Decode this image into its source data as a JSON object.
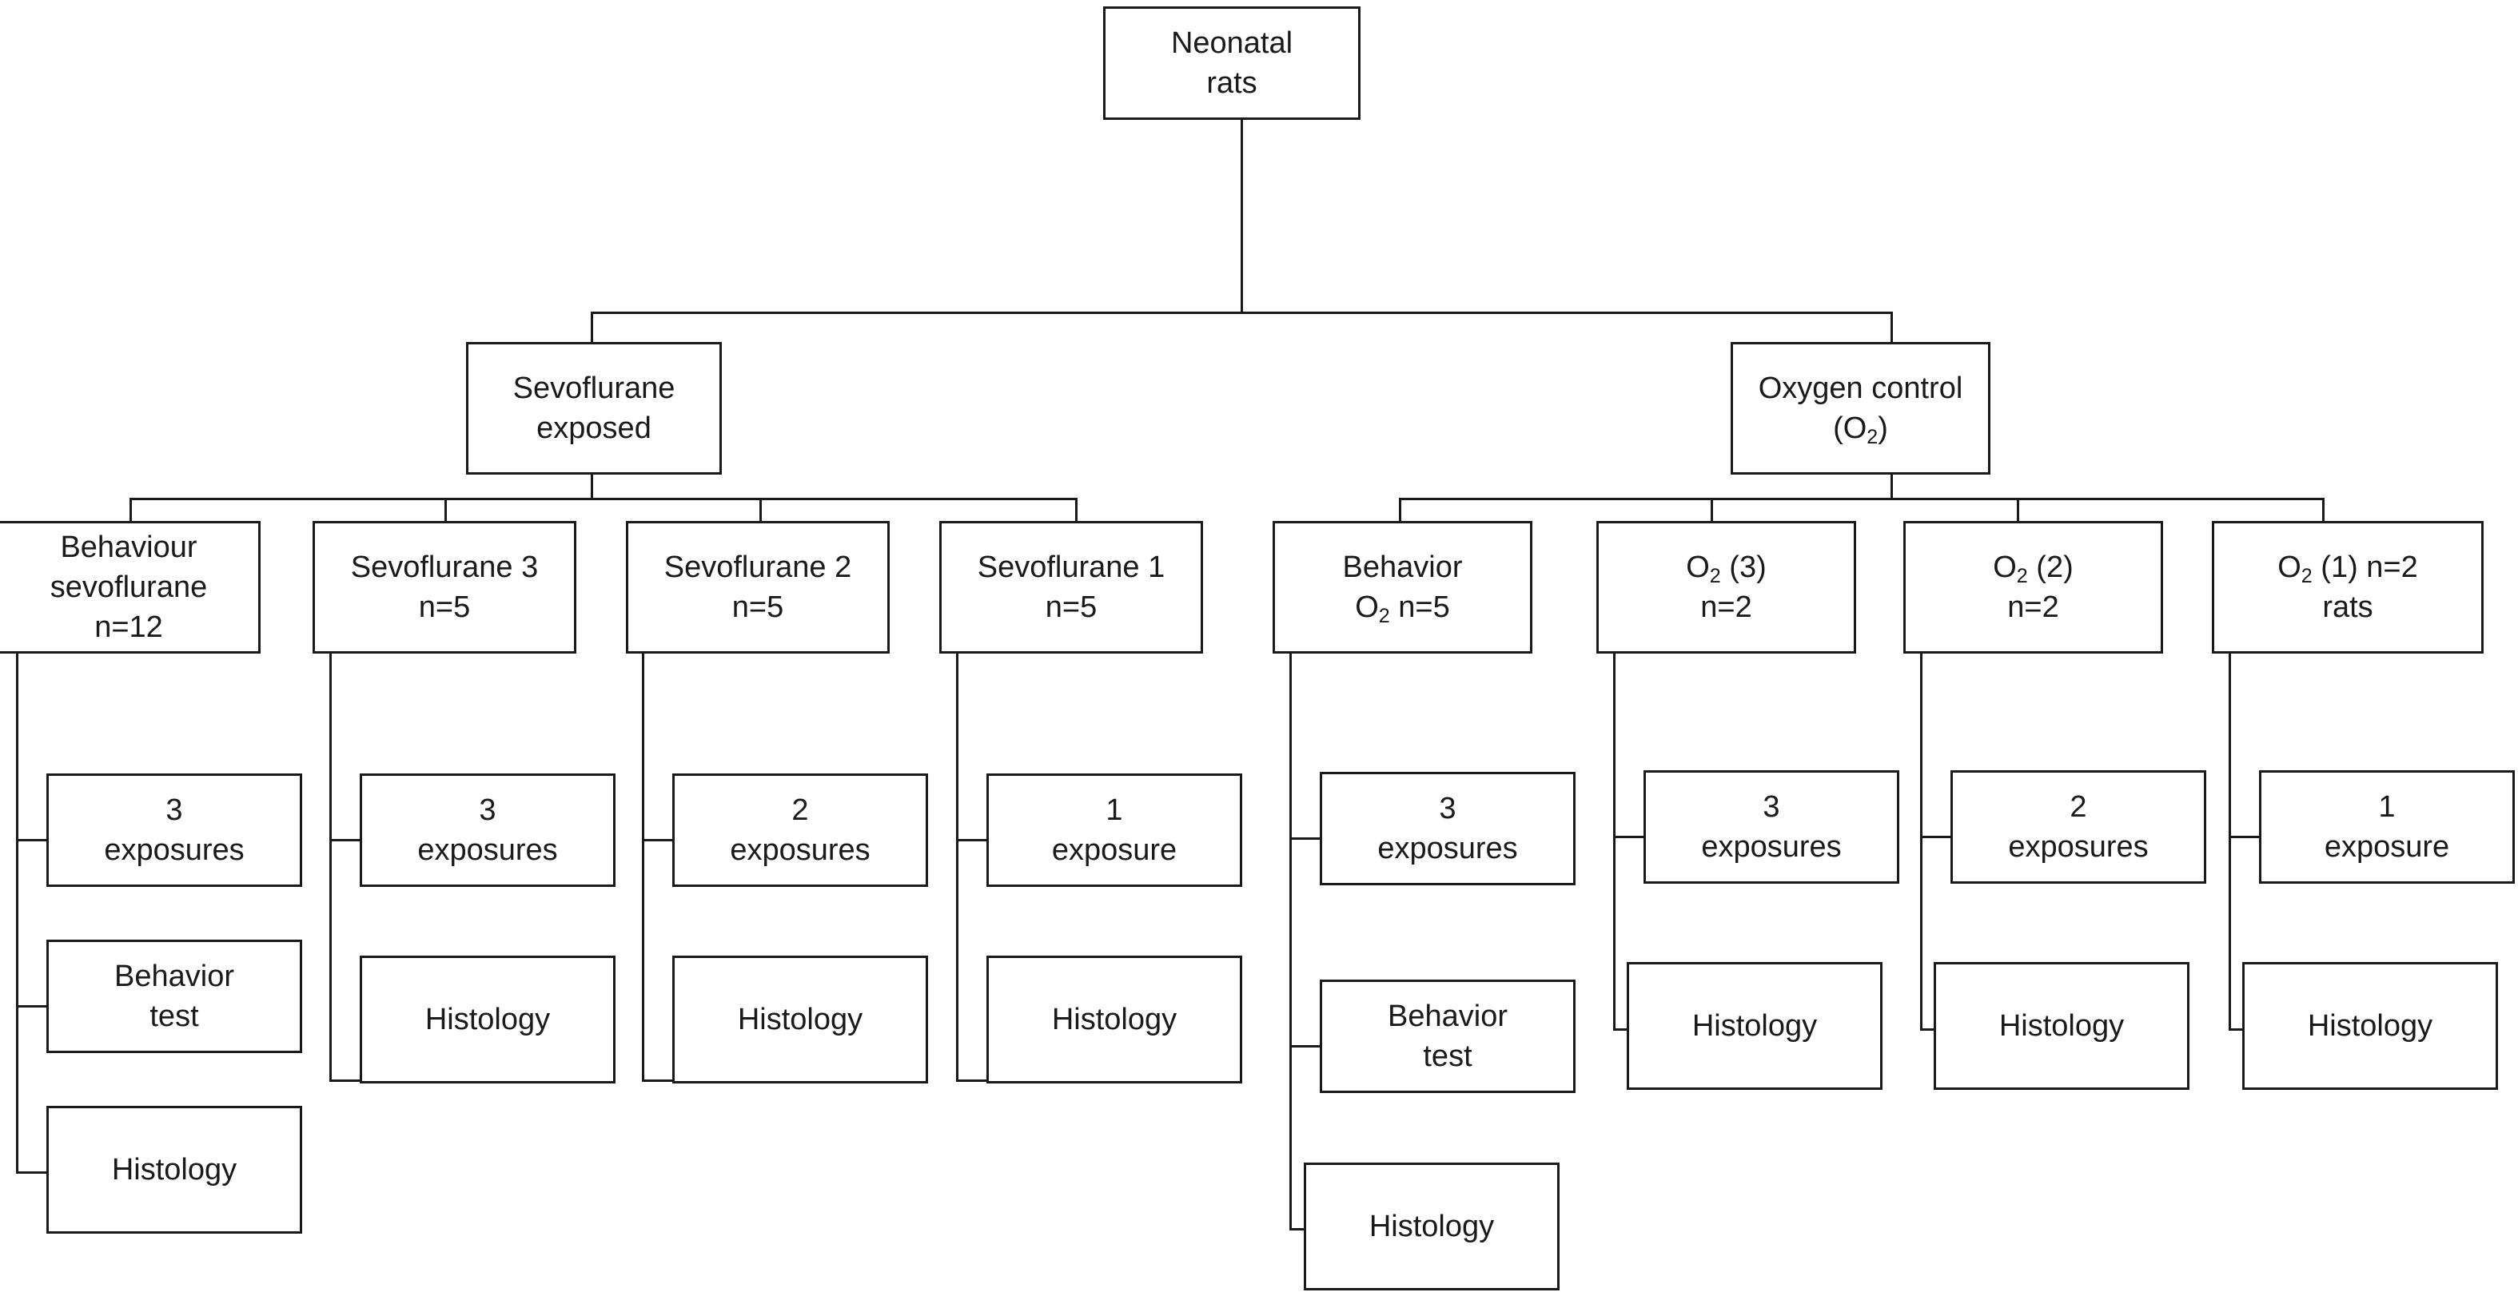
{
  "diagram": {
    "title": "Neonatal rat sevoflurane exposure study flow diagram",
    "type": "tree-flowchart",
    "line_color": "#1a1a1a",
    "box_fill": "#ffffff",
    "root": {
      "line1": "Neonatal",
      "line2": "rats"
    },
    "level2": [
      {
        "id": "sevo-exposed",
        "line1": "Sevoflurane",
        "line2": "exposed"
      },
      {
        "id": "oxygen-control",
        "line1": "Oxygen control",
        "line2_pre": "(O",
        "line2_sub": "2",
        "line2_post": ")"
      }
    ],
    "groups": [
      {
        "id": "behaviour-sevoflurane",
        "line1": "Behaviour",
        "line2": "sevoflurane",
        "line3": "n=12",
        "children": [
          {
            "id": "bsv-3-exposures",
            "line1": "3",
            "line2": "exposures"
          },
          {
            "id": "bsv-behavior-test",
            "line1": "Behavior",
            "line2": "test"
          },
          {
            "id": "bsv-histology",
            "line1": "Histology",
            "line2": ""
          }
        ]
      },
      {
        "id": "sevoflurane-3",
        "line1": "Sevoflurane 3",
        "line2": "n=5",
        "line3": "",
        "children": [
          {
            "id": "sv3-3-exposures",
            "line1": "3",
            "line2": "exposures"
          },
          {
            "id": "sv3-histology",
            "line1": "Histology",
            "line2": ""
          }
        ]
      },
      {
        "id": "sevoflurane-2",
        "line1": "Sevoflurane 2",
        "line2": "n=5",
        "line3": "",
        "children": [
          {
            "id": "sv2-2-exposures",
            "line1": "2",
            "line2": "exposures"
          },
          {
            "id": "sv2-histology",
            "line1": "Histology",
            "line2": ""
          }
        ]
      },
      {
        "id": "sevoflurane-1",
        "line1": "Sevoflurane 1",
        "line2": "n=5",
        "line3": "",
        "children": [
          {
            "id": "sv1-1-exposure",
            "line1": "1",
            "line2": "exposure"
          },
          {
            "id": "sv1-histology",
            "line1": "Histology",
            "line2": ""
          }
        ]
      },
      {
        "id": "behavior-o2",
        "line1": "Behavior",
        "line2_pre": "O",
        "line2_sub": "2",
        "line2_post": " n=5",
        "children": [
          {
            "id": "bo2-3-exposures",
            "line1": "3",
            "line2": "exposures"
          },
          {
            "id": "bo2-behavior-test",
            "line1": "Behavior",
            "line2": "test"
          },
          {
            "id": "bo2-histology",
            "line1": "Histology",
            "line2": ""
          }
        ]
      },
      {
        "id": "o2-3",
        "line1_pre": "O",
        "line1_sub": "2",
        "line1_post": " (3)",
        "line2": "n=2",
        "children": [
          {
            "id": "o23-3-exposures",
            "line1": "3",
            "line2": "exposures"
          },
          {
            "id": "o23-histology",
            "line1": "Histology",
            "line2": ""
          }
        ]
      },
      {
        "id": "o2-2",
        "line1_pre": "O",
        "line1_sub": "2",
        "line1_post": " (2)",
        "line2": "n=2",
        "children": [
          {
            "id": "o22-2-exposures",
            "line1": "2",
            "line2": "exposures"
          },
          {
            "id": "o22-histology",
            "line1": "Histology",
            "line2": ""
          }
        ]
      },
      {
        "id": "o2-1",
        "line1_pre": "O",
        "line1_sub": "2",
        "line1_post": " (1) n=2",
        "line2": "rats",
        "children": [
          {
            "id": "o21-1-exposure",
            "line1": "1",
            "line2": "exposure"
          },
          {
            "id": "o21-histology",
            "line1": "Histology",
            "line2": ""
          }
        ]
      }
    ]
  }
}
